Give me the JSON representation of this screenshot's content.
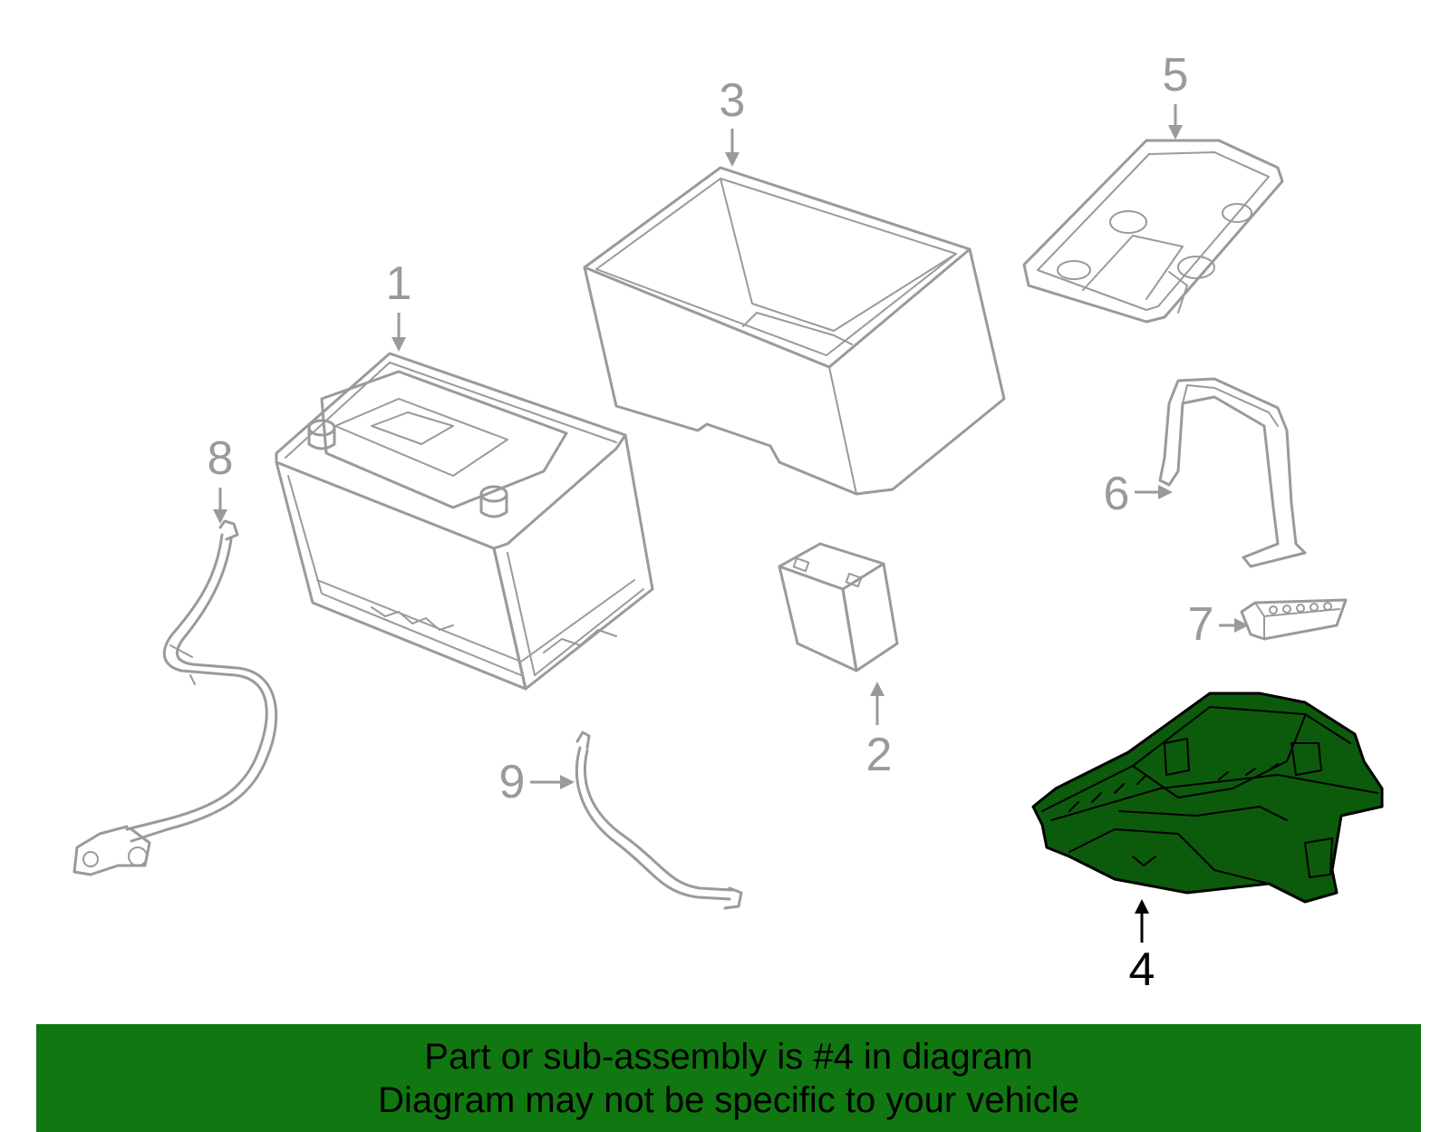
{
  "diagram": {
    "highlight_color": "#0c5a0c",
    "parts": [
      {
        "num": "1",
        "name": "battery",
        "highlighted": false
      },
      {
        "num": "2",
        "name": "auxiliary-battery",
        "highlighted": false
      },
      {
        "num": "3",
        "name": "battery-box",
        "highlighted": false
      },
      {
        "num": "4",
        "name": "battery-tray",
        "highlighted": true
      },
      {
        "num": "5",
        "name": "battery-cover",
        "highlighted": false
      },
      {
        "num": "6",
        "name": "hold-down-bracket",
        "highlighted": false
      },
      {
        "num": "7",
        "name": "insulator",
        "highlighted": false
      },
      {
        "num": "8",
        "name": "positive-cable",
        "highlighted": false
      },
      {
        "num": "9",
        "name": "negative-cable",
        "highlighted": false
      }
    ]
  },
  "banner": {
    "line1": "Part or sub-assembly is #4 in diagram",
    "line2": "Diagram may not be specific to your vehicle",
    "color": "#117711"
  }
}
